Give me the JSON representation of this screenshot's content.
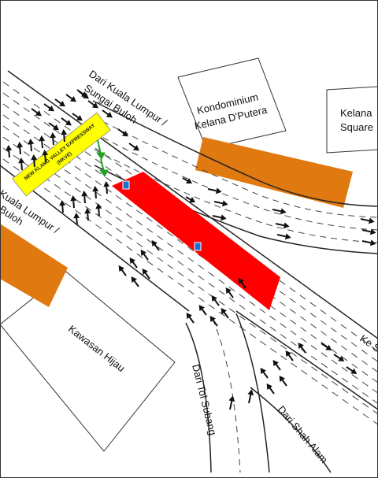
{
  "colors": {
    "road_fill": "#ffffff",
    "road_edge": "#222222",
    "lane_divider": "#444444",
    "building_orange": "#e07a10",
    "site_red": "#ff0000",
    "expressway_yellow": "#ffff00",
    "arrow_green": "#22a022",
    "sign_blue": "#1a6fd6"
  },
  "labels": {
    "kondominium_line1": "Kondominium",
    "kondominium_line2": "Kelana D'Putera",
    "kelana_square_line1": "Kelana",
    "kelana_square_line2": "Square",
    "kawasan_hijau": "Kawasan Hijau",
    "dari_kl_top_line1": "Dari Kuala Lumpur /",
    "dari_kl_top_line2": "Sungai Buloh",
    "left_kl_line1": "Kuala Lumpur /",
    "left_kl_line2": "Buloh",
    "expressway_line1": "NEW KLANG VALLEY EXPRESSWAY",
    "expressway_line2": "(NKVE)",
    "ke_label": "Ke S",
    "dari_tol_subang": "Dari Tol Subang",
    "dari_shah_alam": "Dari Shah Alam"
  }
}
